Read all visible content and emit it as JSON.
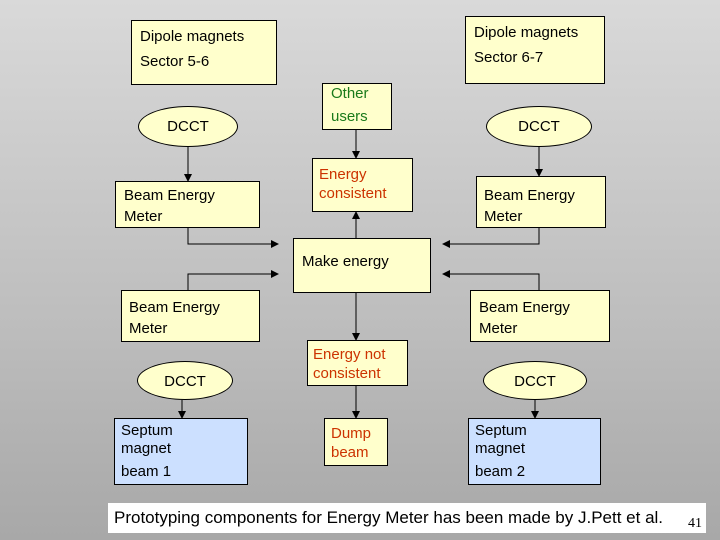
{
  "dipole_5_6": {
    "line1": "Dipole magnets",
    "line2": "Sector 5-6"
  },
  "dipole_6_7": {
    "line1": "Dipole magnets",
    "line2": "Sector 6-7"
  },
  "other_users": {
    "line1": "Other",
    "line2": "users"
  },
  "dcct": "DCCT",
  "beam_energy_meter": {
    "line1": "Beam Energy",
    "line2": "Meter"
  },
  "energy_consistent": {
    "line1": "Energy",
    "line2": "consistent"
  },
  "make_energy": "Make energy",
  "energy_not_consistent": {
    "line1": "Energy not",
    "line2": "consistent"
  },
  "dump_beam": {
    "line1": "Dump",
    "line2": "beam"
  },
  "septum_1": {
    "line1": "Septum",
    "line2": "magnet",
    "line3": "beam 1"
  },
  "septum_2": {
    "line1": "Septum",
    "line2": "magnet",
    "line3": "beam 2"
  },
  "footer": {
    "text": "Prototyping components for Energy Meter has been made by J.Pett et al.",
    "page": "41"
  },
  "colors": {
    "box_yellow": "#ffffcc",
    "box_blue": "#cce0ff",
    "text_green": "#1a7a1a",
    "text_red": "#cc3300"
  }
}
